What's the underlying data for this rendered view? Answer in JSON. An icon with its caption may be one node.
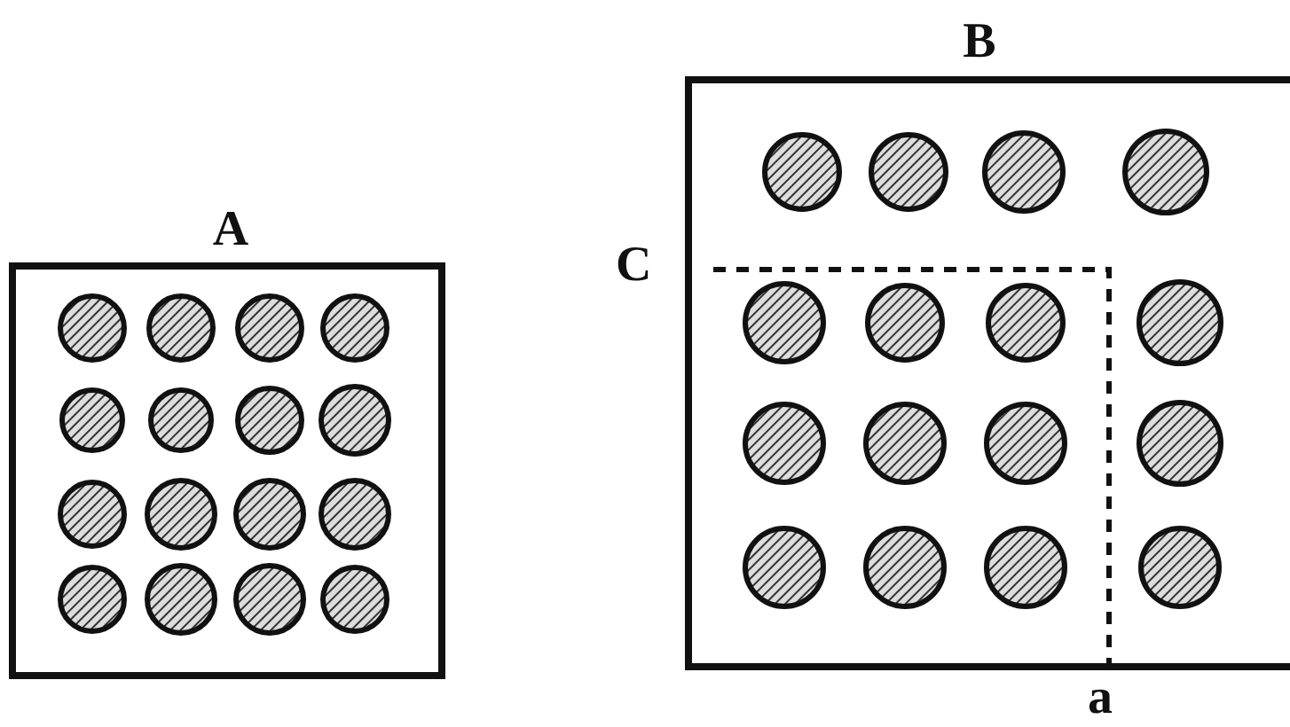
{
  "diagram": {
    "nodes": [
      {
        "text": [
          "A"
        ]
      },
      {
        "text": [
          "B"
        ]
      }
    ],
    "edges": [],
    "labels": [
      "C",
      "a"
    ]
  }
}
